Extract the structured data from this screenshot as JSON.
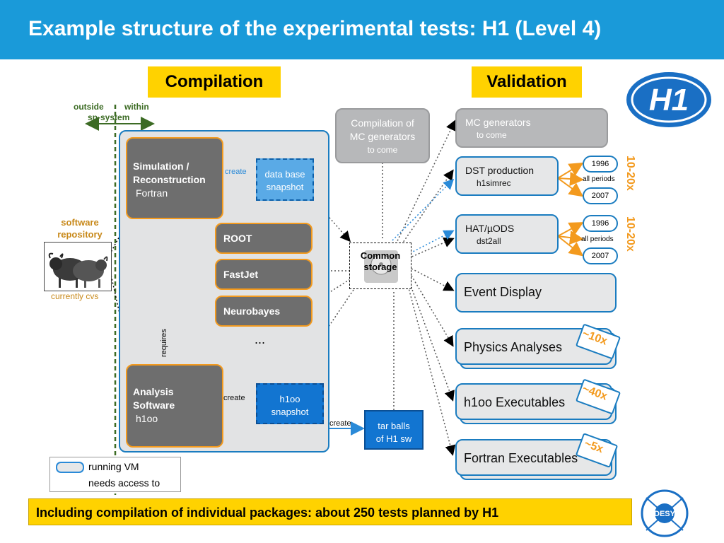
{
  "slide": {
    "title": "Example structure of the experimental tests: H1 (Level 4)",
    "compilation_label": "Compilation",
    "validation_label": "Validation",
    "footer": "Including compilation of individual packages: about 250 tests planned by H1"
  },
  "boundary": {
    "outside": "outside",
    "within": "within",
    "sp_system": "sp-system"
  },
  "repository": {
    "label_line1": "software",
    "label_line2": "repository",
    "note": "currently cvs"
  },
  "compilation": {
    "simrec": {
      "line1": "Simulation /",
      "line2": "Reconstruction",
      "line3": "Fortran"
    },
    "analysis": {
      "line1": "Analysis",
      "line2": "Software",
      "line3": "h1oo"
    },
    "packages": [
      "ROOT",
      "FastJet",
      "Neurobayes"
    ],
    "ellipsis": "...",
    "requires": "requires",
    "create_label": "create",
    "db_snapshot": {
      "line1": "data base",
      "line2": "snapshot"
    },
    "h1oo_snapshot": {
      "line1": "h1oo",
      "line2": "snapshot"
    },
    "tarballs": {
      "line1": "tar balls",
      "line2": "of H1 sw"
    },
    "mc_compilation": {
      "line1": "Compilation of",
      "line2": "MC generators",
      "line3": "to come"
    }
  },
  "storage": {
    "line1": "Common",
    "line2": "storage"
  },
  "validation": {
    "mc_generators": {
      "line1": "MC generators",
      "line2": "to come"
    },
    "dst": {
      "line1": "DST production",
      "line2": "h1simrec"
    },
    "hat": {
      "line1": "HAT/µODS",
      "line2": "dst2all"
    },
    "periods": {
      "first": "1996",
      "middle": "all periods",
      "last": "2007"
    },
    "dst_mult": "10-20x",
    "hat_mult": "10-20x",
    "event_display": "Event Display",
    "physics": {
      "label": "Physics Analyses",
      "mult": "~10x"
    },
    "h1oo_exec": {
      "label": "h1oo Executables",
      "mult": "~40x"
    },
    "fortran_exec": {
      "label": "Fortran Executables",
      "mult": "~5x"
    }
  },
  "legend": {
    "running_vm": "running VM",
    "needs_access": "needs access to"
  },
  "logos": {
    "h1": "H1",
    "desy": "DESY"
  },
  "colors": {
    "header": "#1a9ad9",
    "accent_orange": "#f39a1e",
    "highlight_yellow": "#ffd200",
    "vm_blue": "#1a7cc0"
  }
}
